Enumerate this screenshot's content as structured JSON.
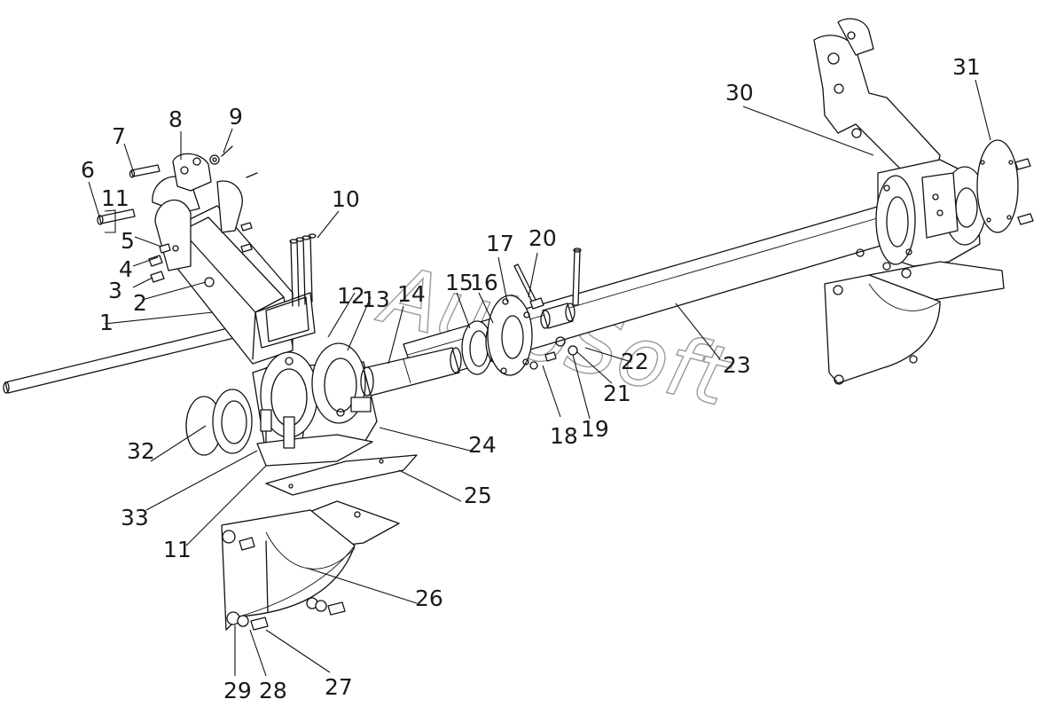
{
  "watermark": "AutoSoft",
  "callouts": [
    {
      "id": "c1",
      "text": "1"
    },
    {
      "id": "c2",
      "text": "2"
    },
    {
      "id": "c3",
      "text": "3"
    },
    {
      "id": "c4",
      "text": "4"
    },
    {
      "id": "c5",
      "text": "5"
    },
    {
      "id": "c6",
      "text": "6"
    },
    {
      "id": "c7",
      "text": "7"
    },
    {
      "id": "c8",
      "text": "8"
    },
    {
      "id": "c9",
      "text": "9"
    },
    {
      "id": "c10",
      "text": "10"
    },
    {
      "id": "c11a",
      "text": "11"
    },
    {
      "id": "c11b",
      "text": "11"
    },
    {
      "id": "c12",
      "text": "12"
    },
    {
      "id": "c13",
      "text": "13"
    },
    {
      "id": "c14",
      "text": "14"
    },
    {
      "id": "c15",
      "text": "15"
    },
    {
      "id": "c16",
      "text": "16"
    },
    {
      "id": "c17",
      "text": "17"
    },
    {
      "id": "c18",
      "text": "18"
    },
    {
      "id": "c19",
      "text": "19"
    },
    {
      "id": "c20",
      "text": "20"
    },
    {
      "id": "c21",
      "text": "21"
    },
    {
      "id": "c22",
      "text": "22"
    },
    {
      "id": "c23",
      "text": "23"
    },
    {
      "id": "c24",
      "text": "24"
    },
    {
      "id": "c25",
      "text": "25"
    },
    {
      "id": "c26",
      "text": "26"
    },
    {
      "id": "c27",
      "text": "27"
    },
    {
      "id": "c28",
      "text": "28"
    },
    {
      "id": "c29",
      "text": "29"
    },
    {
      "id": "c30",
      "text": "30"
    },
    {
      "id": "c31",
      "text": "31"
    },
    {
      "id": "c32",
      "text": "32"
    },
    {
      "id": "c33",
      "text": "33"
    }
  ]
}
